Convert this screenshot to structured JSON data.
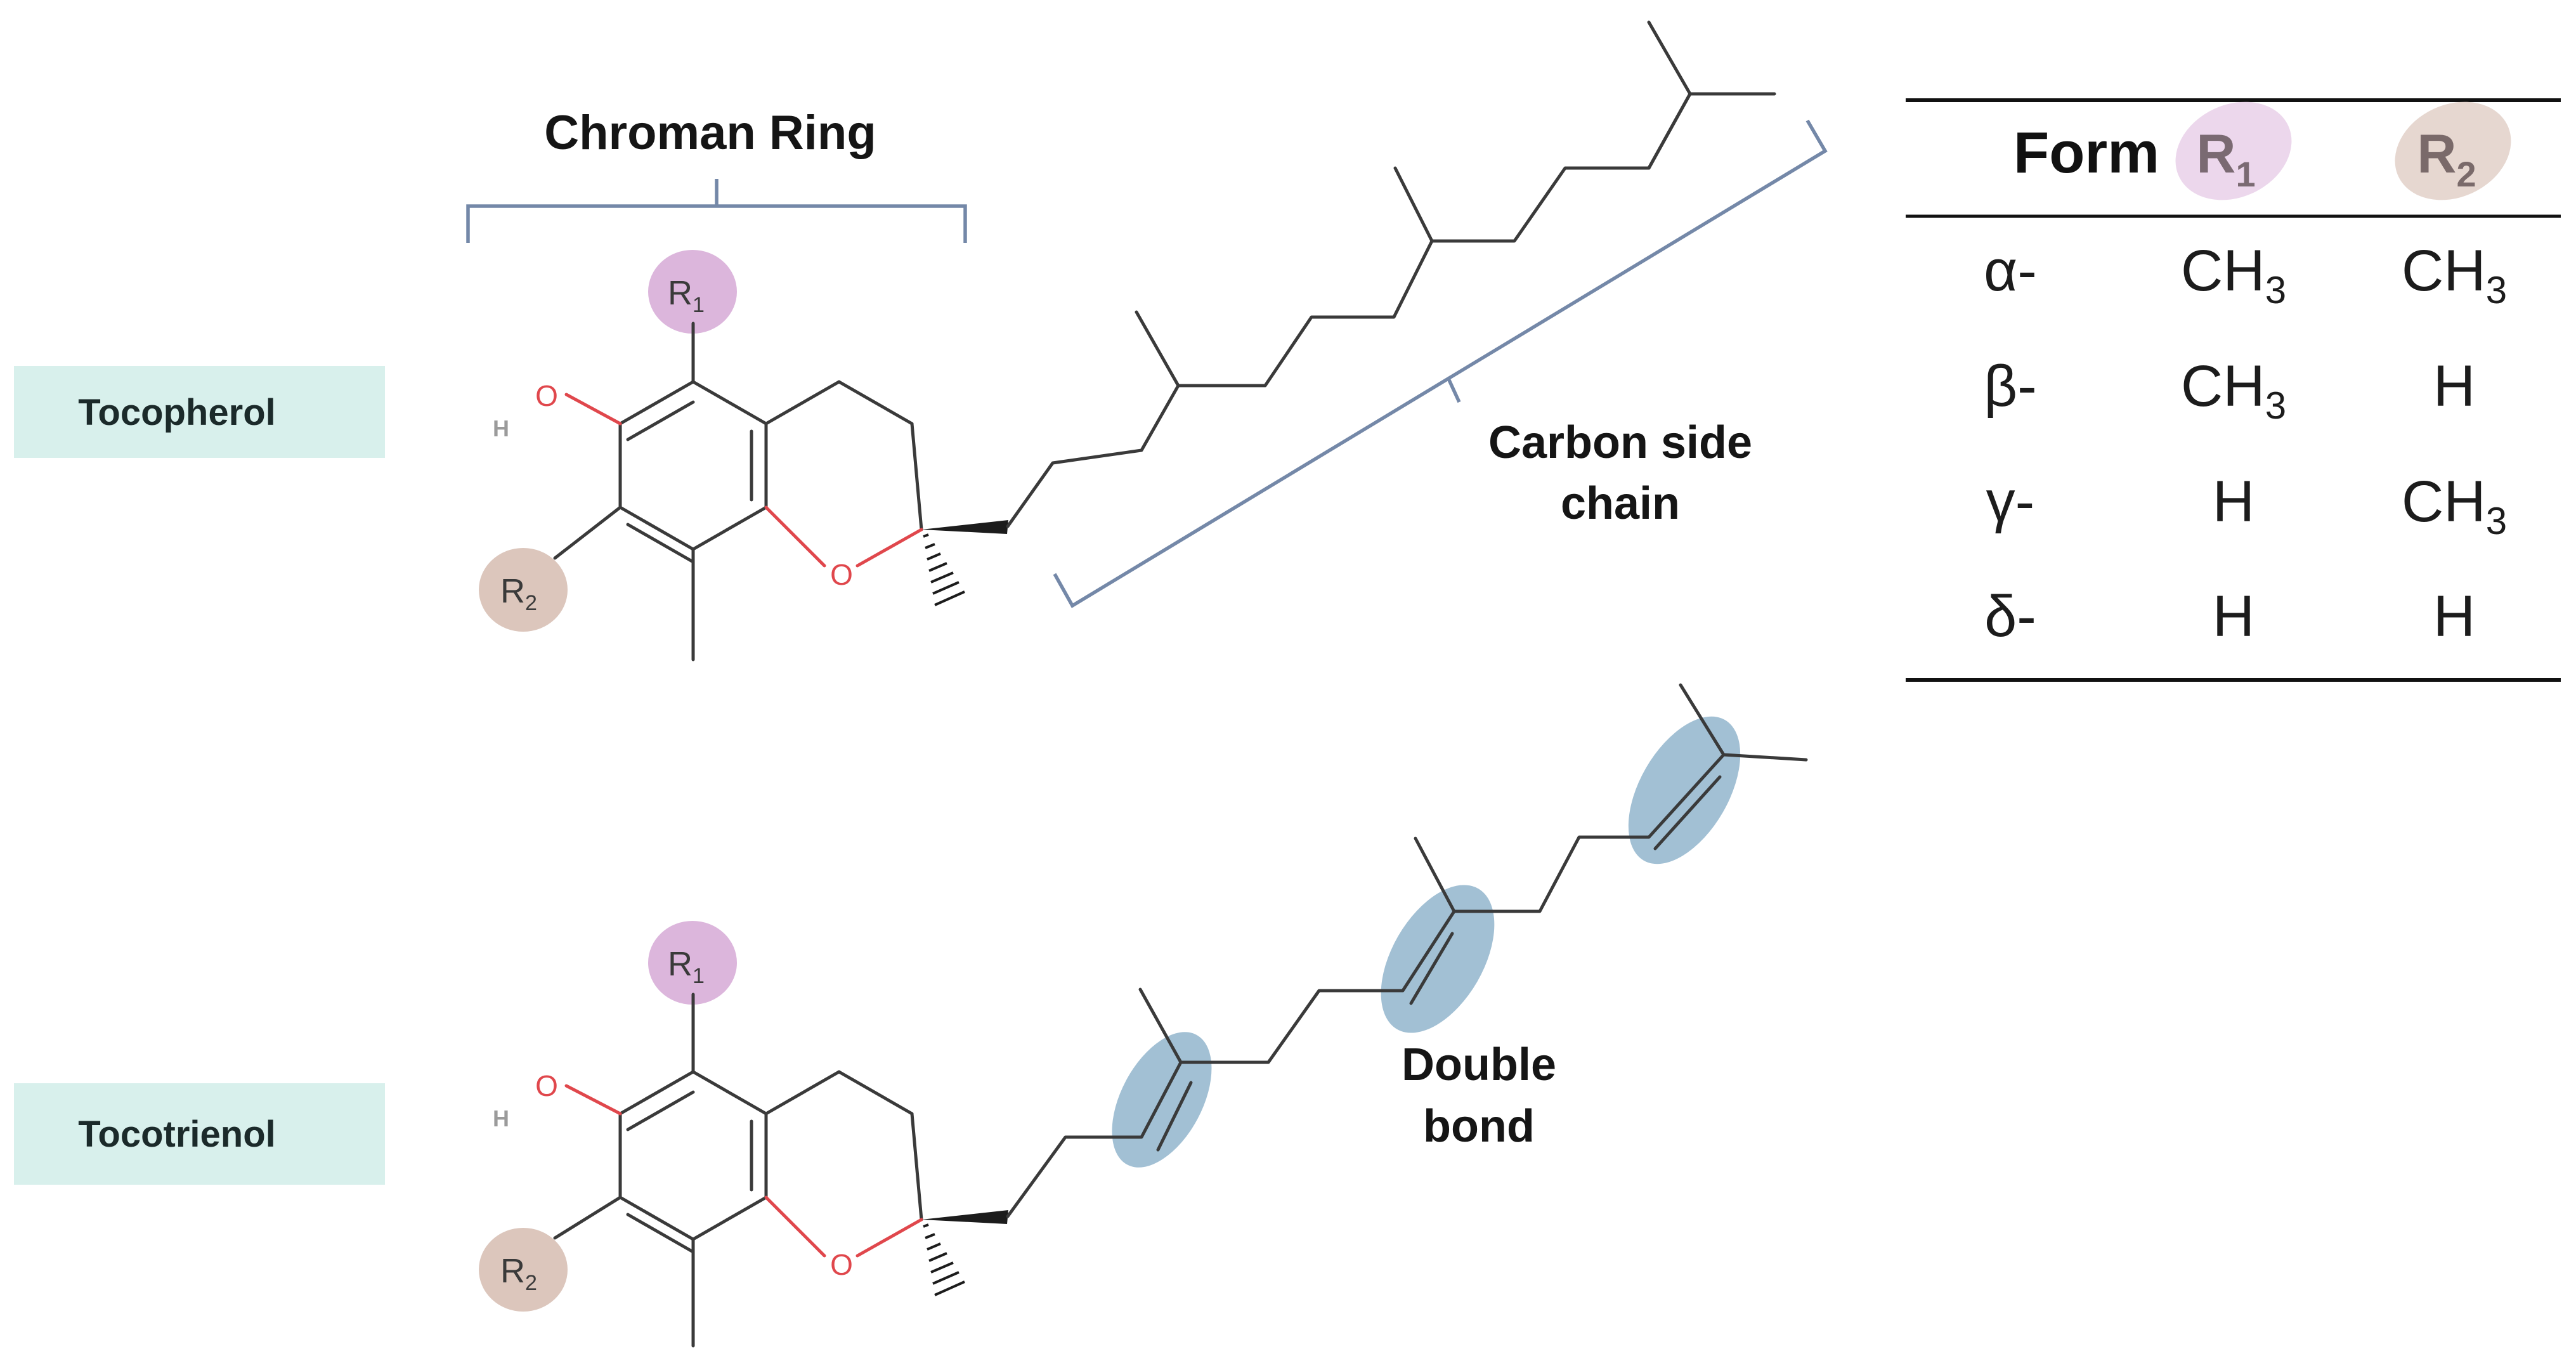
{
  "forms": [
    {
      "id": "tocopherol",
      "label": "Tocopherol"
    },
    {
      "id": "tocotrienol",
      "label": "Tocotrienol"
    }
  ],
  "annotations": {
    "chroman_ring": "Chroman Ring",
    "carbon_side_chain_line1": "Carbon side",
    "carbon_side_chain_line2": "chain",
    "double_bond_line1": "Double",
    "double_bond_line2": "bond"
  },
  "atoms": {
    "oxygen": "O",
    "hydrogen": "H",
    "hydroxyl_oxygen": "O",
    "r1_letter": "R",
    "r1_sub": "1",
    "r2_letter": "R",
    "r2_sub": "2"
  },
  "table": {
    "header": {
      "form": "Form",
      "r1": "R",
      "r1_sub": "1",
      "r2": "R",
      "r2_sub": "2"
    },
    "rows": [
      {
        "form": "α-",
        "r1": "CH",
        "r1_sub": "3",
        "r2": "CH",
        "r2_sub": "3"
      },
      {
        "form": "β-",
        "r1": "CH",
        "r1_sub": "3",
        "r2": "H",
        "r2_sub": ""
      },
      {
        "form": "γ-",
        "r1": "H",
        "r1_sub": "",
        "r2": "CH",
        "r2_sub": "3"
      },
      {
        "form": "δ-",
        "r1": "H",
        "r1_sub": "",
        "r2": "H",
        "r2_sub": ""
      }
    ]
  },
  "colors": {
    "r1_highlight": "#dcb6dc",
    "r2_highlight": "#dcc6bc",
    "double_bond_highlight": "#7ea7c4",
    "form_label_bg": "#d8f0ec",
    "bracket": "#7488a8",
    "oxygen": "#e0474c"
  }
}
